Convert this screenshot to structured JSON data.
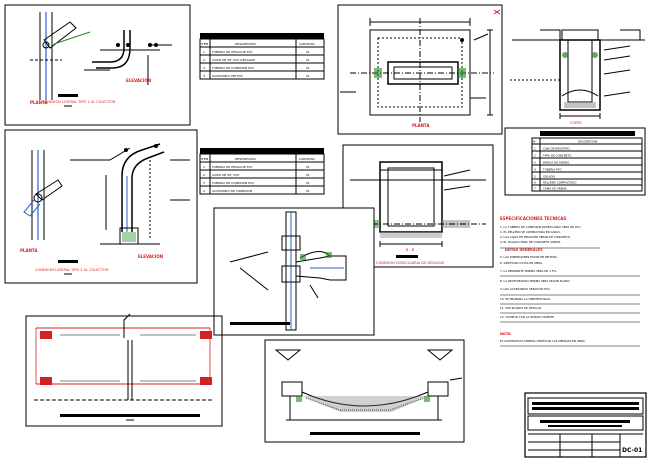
{
  "sheet": {
    "id": "DC-01"
  },
  "captions": {
    "planta_1": "PLANTA",
    "elevacion_1": "ELEVACION",
    "conexion_1": "CONEXION LATERAL TIPO 1 AL COLECTOR",
    "planta_2": "PLANTA",
    "elevacion_2": "ELEVACION",
    "conexion_2": "CONEXION LATERAL TIPO 2 AL COLECTOR",
    "planta_top": "PLANTA",
    "corte": "CORTE",
    "registro": "CONEXION DOMICILIARIA DE DESAGUE",
    "corte_b": "B - B"
  },
  "table_1": {
    "headers": [
      "ITEM",
      "DESCRIPCION",
      "CANTIDAD"
    ],
    "rows": [
      [
        "1",
        "TUBERIA DE DESAGUE PVC",
        "01"
      ],
      [
        "2",
        "CODO DE 45° PVC DESAGUE",
        "01"
      ],
      [
        "3",
        "TUBERIA DE CONEXION PVC",
        "01"
      ],
      [
        "4",
        "ACCESORIO YEE PVC",
        "01"
      ]
    ]
  },
  "table_2": {
    "headers": [
      "ITEM",
      "DESCRIPCION",
      "CANTIDAD"
    ],
    "rows": [
      [
        "1",
        "TUBERIA DE DESAGUE PVC",
        "01"
      ],
      [
        "2",
        "CODO DE 45° PVC",
        "01"
      ],
      [
        "3",
        "TUBERIA DE CONEXION PVC",
        "01"
      ],
      [
        "4",
        "ACCESORIO DE CONEXION",
        "01"
      ]
    ]
  },
  "table_3": {
    "headers": [
      "N°",
      "DESCRIPCION"
    ],
    "rows": [
      [
        "1",
        "CAJA DE REGISTRO"
      ],
      [
        "2",
        "TAPA DE CONCRETO"
      ],
      [
        "3",
        "MARCO DE FIERRO"
      ],
      [
        "4",
        "TUBERIA PVC"
      ],
      [
        "5",
        "SOLADO"
      ],
      [
        "6",
        "RELLENO COMPACTADO"
      ],
      [
        "7",
        "CAMA DE ARENA"
      ]
    ]
  },
  "notes": {
    "title_1": "ESPECIFICACIONES TECNICAS",
    "lines_1": [
      "1. LA TUBERIA DE CONEXION DOMICILIARIA SERA DE PVC.",
      "2. EL RELLENO SE COMPACTARA EN CAPAS.",
      "3. LAS CAJAS DE REGISTRO SERAN DE CONCRETO.",
      "4. EL SOLADO SERA DE CONCRETO SIMPLE."
    ],
    "title_2": "NOTAS GENERALES",
    "lines_2": [
      "5. LAS DIMENSIONES ESTAN EN METROS.",
      "6. VERIFICAR COTAS EN OBRA.",
      "7. LA PENDIENTE MINIMA SERA DE 1.5%.",
      "8. LA PROFUNDIDAD MINIMA SERA SEGUN PLANO.",
      "9. LOS ACCESORIOS SERAN DE PVC.",
      "10. SE PROBARA LA HERMETICIDAD.",
      "11. VER PLANOS DE DETALLE.",
      "12. CUMPLIR CON LA NORMA VIGENTE."
    ],
    "title_3": "NOTA",
    "lines_3": [
      "EL CONTRATISTA DEBERA VERIFICAR LAS MEDIDAS EN OBRA."
    ]
  },
  "colors": {
    "linework": "#000000",
    "accent_red": "#d42020",
    "accent_green": "#1f8c1f",
    "accent_blue": "#2b5fd0",
    "hatch": "#444444"
  }
}
